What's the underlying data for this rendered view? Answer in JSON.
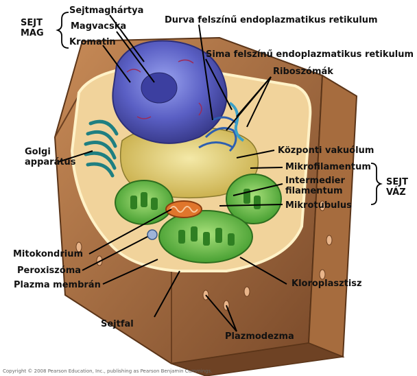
{
  "labels": {
    "nucleus_group": "SEJT\nMAG",
    "nuclear_envelope": "Sejtmaghártya",
    "nucleolus": "Magvacska",
    "chromatin": "Kromatin",
    "rough_er": "Durva felszínű endoplazmatikus retikulum",
    "smooth_er": "Sima felszínű endoplazmatikus retikulum",
    "ribosomes": "Riboszómák",
    "golgi": "Golgi\napparátus",
    "central_vacuole": "Központi vakuólum",
    "microfilament": "Mikrofilamentum",
    "intermediate_filament": "Intermedier\nfilamentum",
    "cytoskeleton_group": "SEJT\nVÁZ",
    "microtubule": "Mikrotubulus",
    "mitochondrion": "Mitokondrium",
    "peroxisome": "Peroxiszóma",
    "plasma_membrane": "Plazma membrán",
    "chloroplast": "Kloroplasztisz",
    "cell_wall": "Sejtfal",
    "plasmodesma": "Plazmodezma"
  },
  "copyright": "Copyright © 2008 Pearson Education, Inc., publishing as Pearson Benjamin Cummings.",
  "colors": {
    "cell_wall": "#8b5a36",
    "cell_wall_light": "#b57a4a",
    "cytoplasm": "#f3d7a4",
    "vacuole": "#d9c56a",
    "nucleus": "#5a5fc4",
    "chloroplast": "#4caf3a",
    "golgi": "#3aa6a8",
    "mitochondrion": "#e0762c"
  }
}
